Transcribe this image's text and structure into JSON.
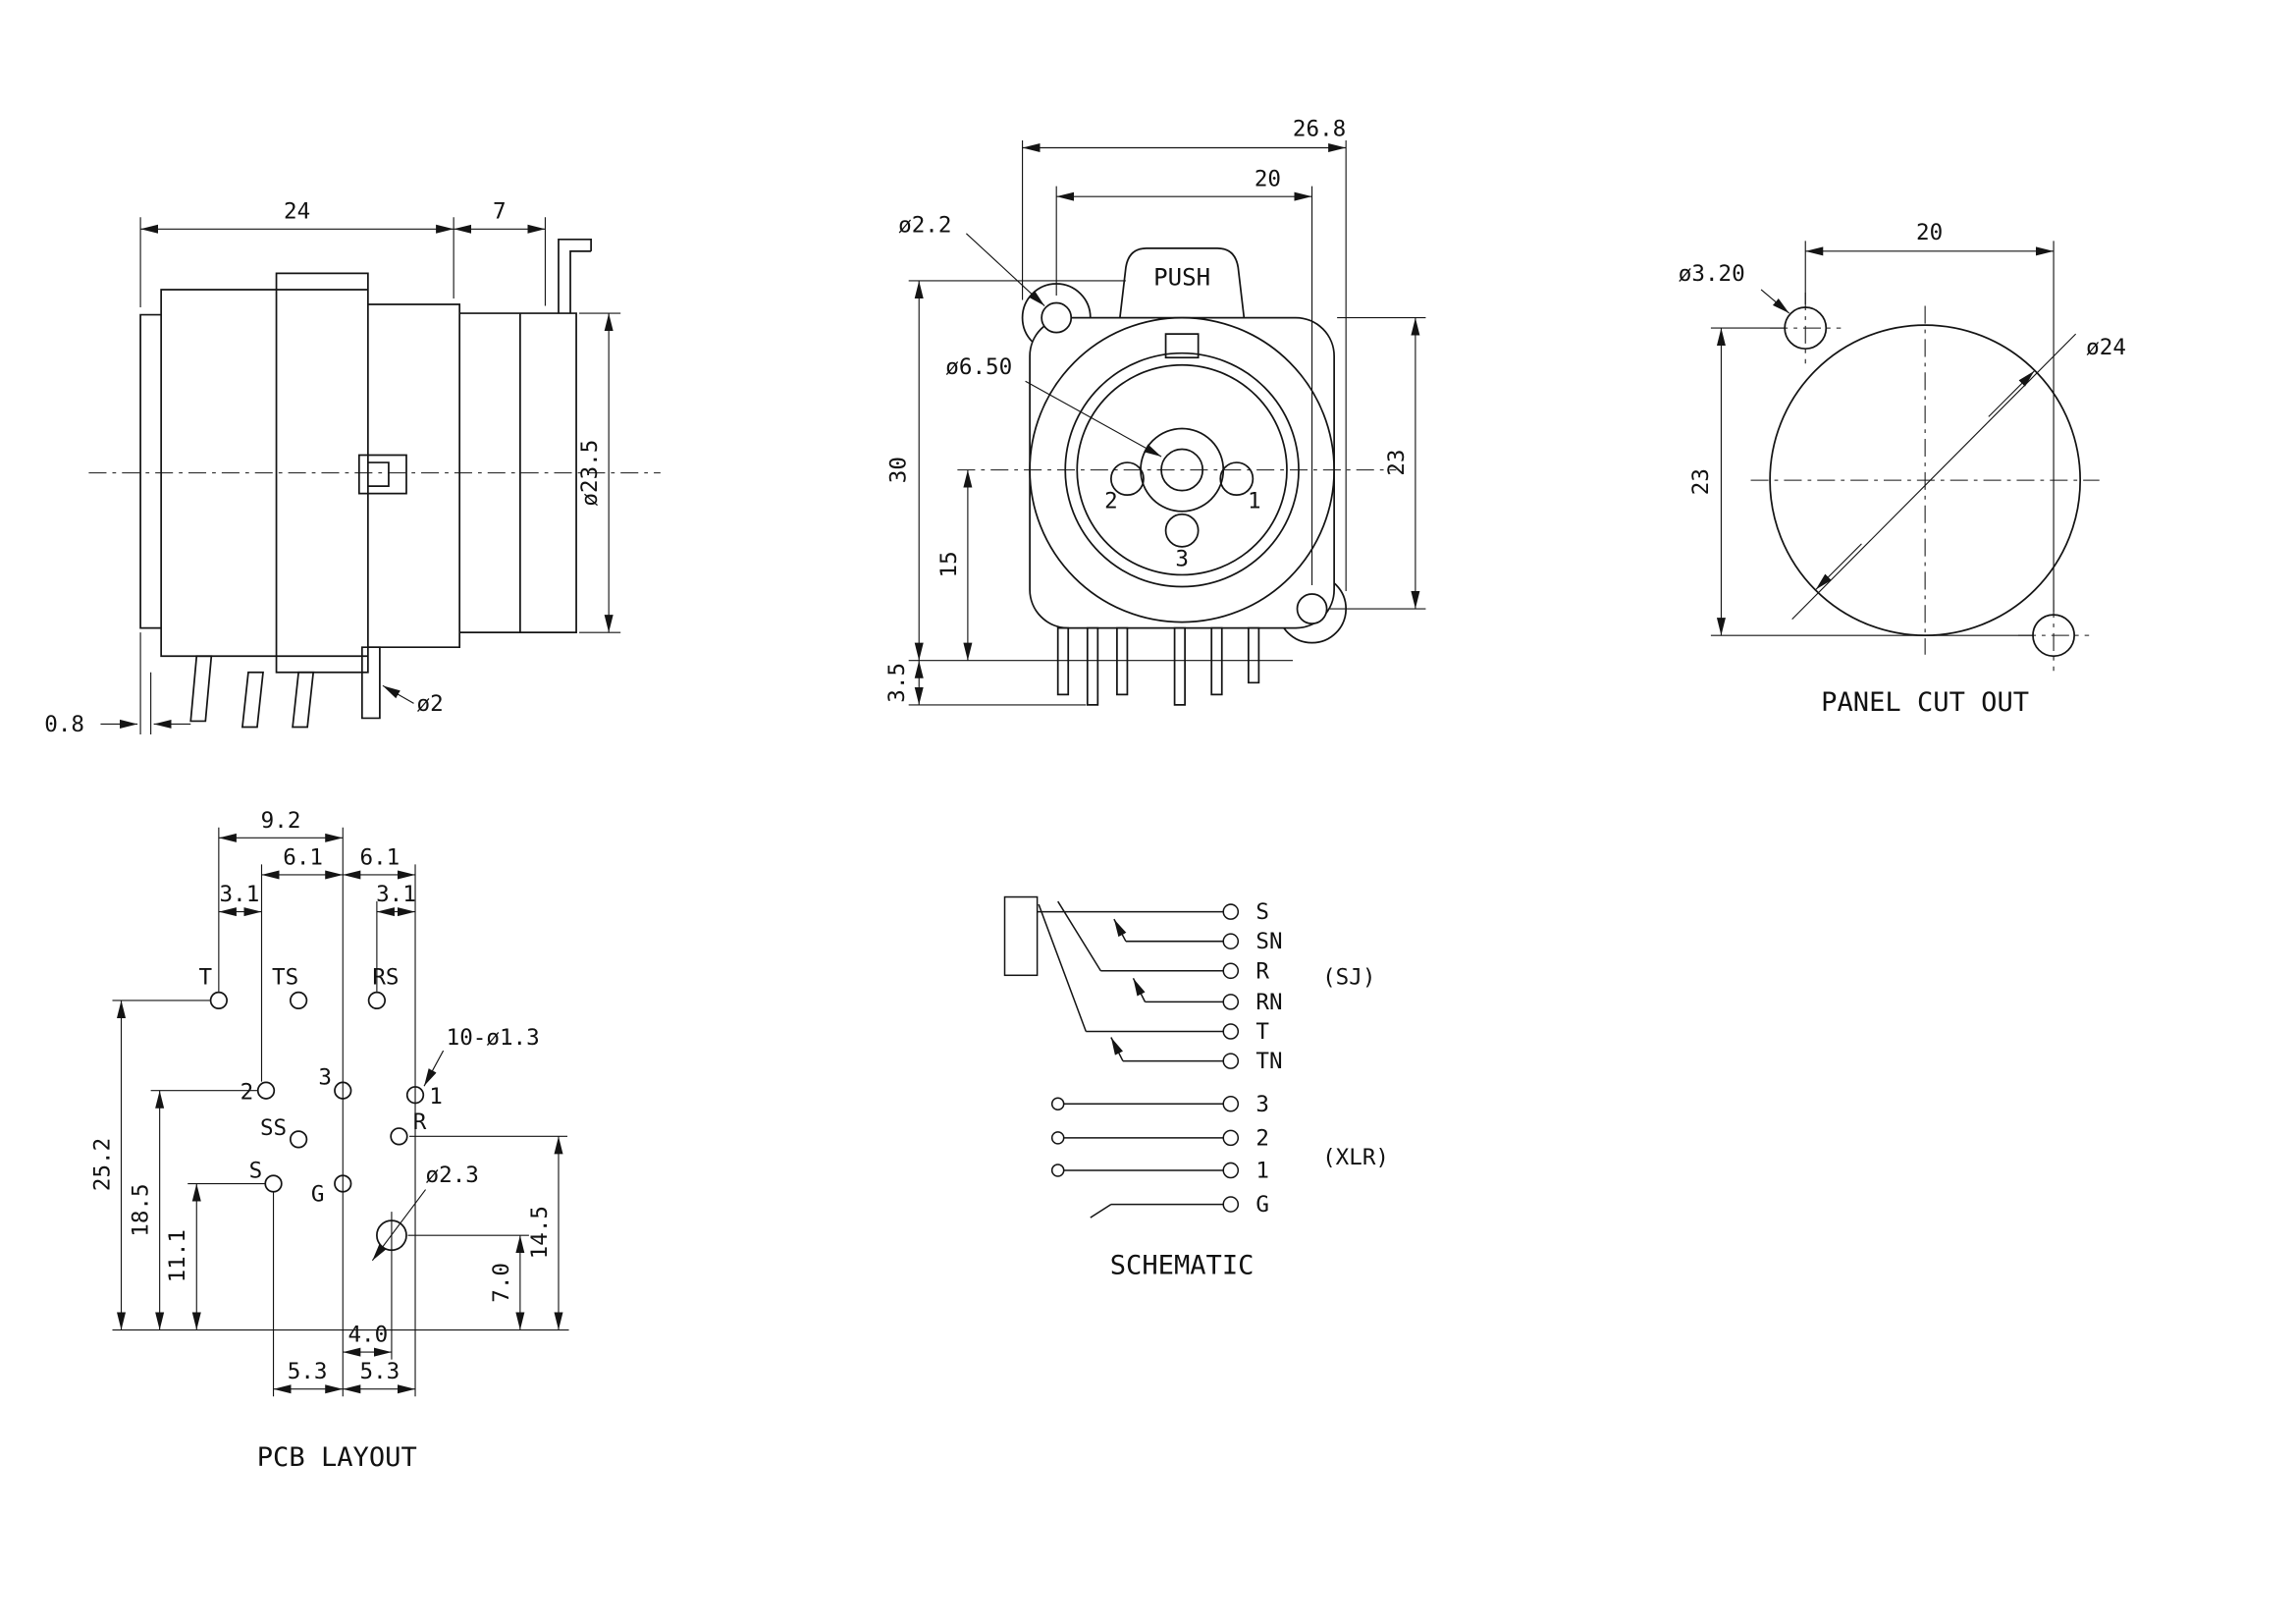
{
  "side_view": {
    "dim_width": "24",
    "dim_rear": "7",
    "dim_barrel_dia": "ø23.5",
    "dim_pin_dia": "ø2",
    "dim_plate": "0.8"
  },
  "front_view": {
    "push_label": "PUSH",
    "dim_overall_width": "26.8",
    "dim_hole_spacing_h": "20",
    "dim_mount_hole_dia": "ø2.2",
    "dim_center_hole_dia": "ø6.50",
    "dim_overall_height": "30",
    "dim_center_height": "15",
    "dim_pin_depth": "3.5",
    "dim_hole_spacing_v": "23",
    "pin1": "1",
    "pin2": "2",
    "pin3": "3"
  },
  "panel_cutout": {
    "title": "PANEL CUT OUT",
    "dim_hole_spacing_h": "20",
    "dim_mount_hole_dia": "ø3.20",
    "dim_cutout_dia": "ø24",
    "dim_hole_spacing_v": "23"
  },
  "pcb_layout": {
    "title": "PCB LAYOUT",
    "dim_9_2": "9.2",
    "dim_6_1_l": "6.1",
    "dim_6_1_r": "6.1",
    "dim_3_1_l": "3.1",
    "dim_3_1_r": "3.1",
    "dim_25_2": "25.2",
    "dim_18_5": "18.5",
    "dim_11_1": "11.1",
    "dim_14_5": "14.5",
    "dim_7_0": "7.0",
    "dim_4_0": "4.0",
    "dim_5_3_l": "5.3",
    "dim_5_3_r": "5.3",
    "dim_holes": "10-ø1.3",
    "dim_big_hole": "ø2.3",
    "pad_t": "T",
    "pad_ts": "TS",
    "pad_rs": "RS",
    "pad_2": "2",
    "pad_3": "3",
    "pad_1": "1",
    "pad_ss": "SS",
    "pad_r": "R",
    "pad_s": "S",
    "pad_g": "G"
  },
  "schematic": {
    "title": "SCHEMATIC",
    "sj_group": "(SJ)",
    "xlr_group": "(XLR)",
    "sj": [
      "S",
      "SN",
      "R",
      "RN",
      "T",
      "TN"
    ],
    "xlr": [
      "3",
      "2",
      "1",
      "G"
    ]
  }
}
